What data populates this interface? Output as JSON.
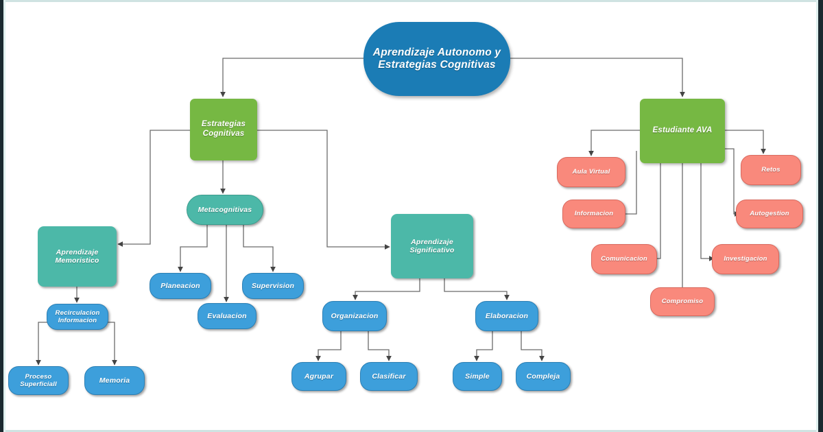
{
  "diagram": {
    "title": "Aprendizaje Autonomo y Estrategias Cognitivas",
    "type": "mind-map",
    "colors": {
      "root": "#1b7cb5",
      "branch_green": "#76b843",
      "teal": "#4cb8a8",
      "blue": "#3d9fdb",
      "salmon": "#f9897c",
      "connector": "#555555",
      "frame": "#1b2a30"
    },
    "nodes": {
      "root": {
        "line1": "Aprendizaje Autonomo y",
        "line2": "Estrategias Cognitivas"
      },
      "estrategias": {
        "line1": "Estrategias",
        "line2": "Cognitivas"
      },
      "estudiante": {
        "label": "Estudiante AVA"
      },
      "metacognitivas": {
        "label": "Metacognitivas"
      },
      "aprendizaje_memoristico": {
        "line1": "Aprendizaje",
        "line2": "Memoristico"
      },
      "aprendizaje_significativo": {
        "line1": "Aprendizaje",
        "line2": "Significativo"
      },
      "planeacion": {
        "label": "Planeacion"
      },
      "evaluacion": {
        "label": "Evaluacion"
      },
      "supervision": {
        "label": "Supervision"
      },
      "recirculacion": {
        "line1": "Recirculacion",
        "line2": "Informacion"
      },
      "proceso_superficial": {
        "line1": "Proceso",
        "line2": "Superficiall"
      },
      "memoria": {
        "label": "Memoria"
      },
      "organizacion": {
        "label": "Organizacion"
      },
      "elaboracion": {
        "label": "Elaboracion"
      },
      "agrupar": {
        "label": "Agrupar"
      },
      "clasificar": {
        "label": "Clasificar"
      },
      "simple": {
        "label": "Simple"
      },
      "compleja": {
        "label": "Compleja"
      },
      "aula_virtual": {
        "label": "Aula Virtual"
      },
      "informacion": {
        "label": "Informacion"
      },
      "comunicacion": {
        "label": "Comunicacion"
      },
      "compromiso": {
        "label": "Compromiso"
      },
      "retos": {
        "label": "Retos"
      },
      "autogestion": {
        "label": "Autogestion"
      },
      "investigacion": {
        "label": "Investigacion"
      }
    },
    "edges": [
      {
        "from": "root",
        "to": "estrategias"
      },
      {
        "from": "root",
        "to": "estudiante"
      },
      {
        "from": "estrategias",
        "to": "metacognitivas"
      },
      {
        "from": "estrategias",
        "to": "aprendizaje_memoristico"
      },
      {
        "from": "estrategias",
        "to": "aprendizaje_significativo"
      },
      {
        "from": "metacognitivas",
        "to": "planeacion"
      },
      {
        "from": "metacognitivas",
        "to": "evaluacion"
      },
      {
        "from": "metacognitivas",
        "to": "supervision"
      },
      {
        "from": "aprendizaje_memoristico",
        "to": "recirculacion"
      },
      {
        "from": "recirculacion",
        "to": "proceso_superficial"
      },
      {
        "from": "recirculacion",
        "to": "memoria"
      },
      {
        "from": "aprendizaje_significativo",
        "to": "organizacion"
      },
      {
        "from": "aprendizaje_significativo",
        "to": "elaboracion"
      },
      {
        "from": "organizacion",
        "to": "agrupar"
      },
      {
        "from": "organizacion",
        "to": "clasificar"
      },
      {
        "from": "elaboracion",
        "to": "simple"
      },
      {
        "from": "elaboracion",
        "to": "compleja"
      },
      {
        "from": "estudiante",
        "to": "aula_virtual"
      },
      {
        "from": "estudiante",
        "to": "informacion"
      },
      {
        "from": "estudiante",
        "to": "comunicacion"
      },
      {
        "from": "estudiante",
        "to": "compromiso"
      },
      {
        "from": "estudiante",
        "to": "retos"
      },
      {
        "from": "estudiante",
        "to": "autogestion"
      },
      {
        "from": "estudiante",
        "to": "investigacion"
      }
    ]
  }
}
